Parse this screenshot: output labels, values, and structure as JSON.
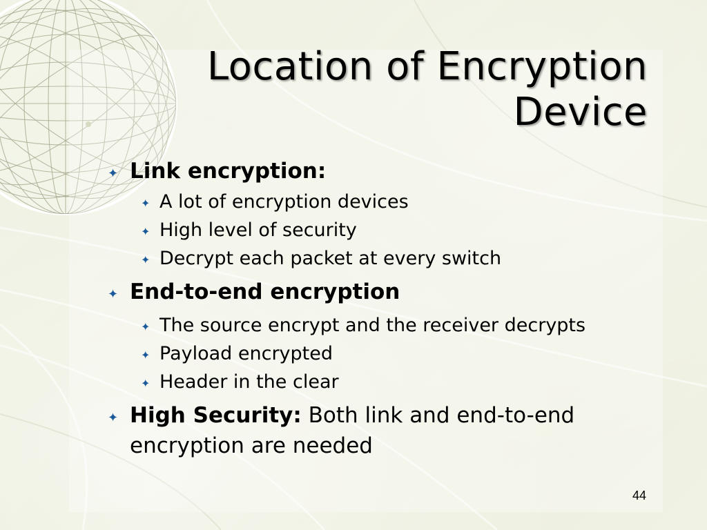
{
  "slide": {
    "title_line1": "Location of Encryption",
    "title_line2": "Device",
    "bullet_icon": "four-point-star-bullet",
    "accent_color": "#1a5a9a",
    "items": [
      {
        "level": 1,
        "bold": "Link encryption:",
        "text": ""
      },
      {
        "level": 2,
        "text": "A lot of encryption devices"
      },
      {
        "level": 2,
        "text": "High level of security"
      },
      {
        "level": 2,
        "text": "Decrypt each packet at every switch"
      },
      {
        "level": 1,
        "bold": "End-to-end encryption",
        "text": ""
      },
      {
        "level": 2,
        "text": "The source encrypt and the receiver decrypts"
      },
      {
        "level": 2,
        "text": "Payload encrypted"
      },
      {
        "level": 2,
        "text": "Header in the clear"
      },
      {
        "level": 1,
        "bold": "High Security:",
        "text": " Both link and end-to-end encryption are needed"
      }
    ],
    "page_number": "44"
  }
}
